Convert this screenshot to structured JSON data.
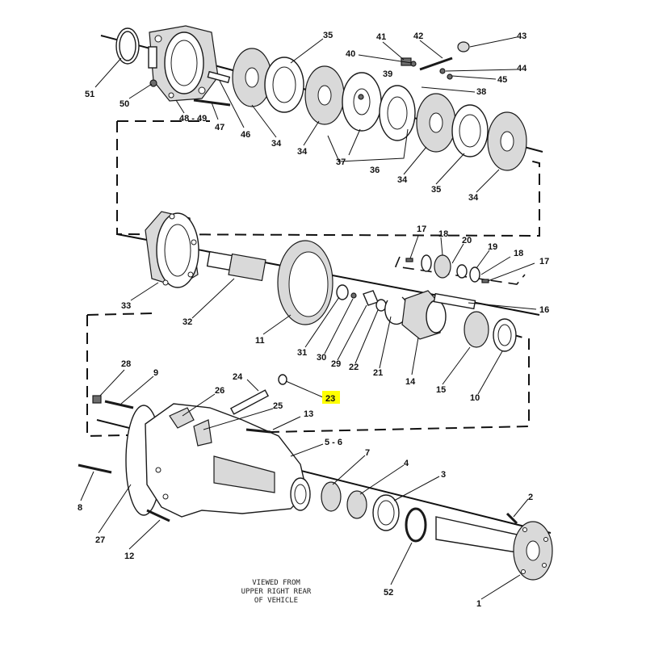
{
  "highlight": {
    "label": "23",
    "color": "#FFFF00"
  },
  "caption": {
    "line1": "VIEWED FROM",
    "line2": "UPPER RIGHT REAR",
    "line3": "OF VEHICLE"
  },
  "callouts": {
    "c51": "51",
    "c50": "50",
    "c4849": "48 - 49",
    "c47": "47",
    "c46": "46",
    "c35a": "35",
    "c34a": "34",
    "c34b": "34",
    "c41": "41",
    "c42": "42",
    "c43": "43",
    "c40": "40",
    "c39": "39",
    "c44": "44",
    "c45": "45",
    "c38": "38",
    "c37": "37",
    "c36": "36",
    "c34c": "34",
    "c35b": "35",
    "c34d": "34",
    "c33": "33",
    "c32": "32",
    "c11": "11",
    "c31": "31",
    "c30": "30",
    "c29": "29",
    "c22": "22",
    "c21": "21",
    "c14": "14",
    "c15": "15",
    "c10": "10",
    "c16": "16",
    "c17a": "17",
    "c18a": "18",
    "c20": "20",
    "c19": "19",
    "c18b": "18",
    "c17b": "17",
    "c28": "28",
    "c9": "9",
    "c24": "24",
    "c23": "23",
    "c26": "26",
    "c25": "25",
    "c13": "13",
    "c56": "5 - 6",
    "c7": "7",
    "c4": "4",
    "c3": "3",
    "c2": "2",
    "c8": "8",
    "c27": "27",
    "c12": "12",
    "c52": "52",
    "c1": "1"
  }
}
